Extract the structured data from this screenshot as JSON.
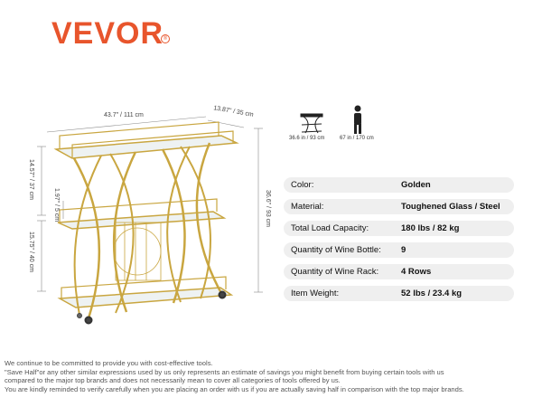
{
  "brand": {
    "name": "VEVOR",
    "registered": "®"
  },
  "dimensions": {
    "width": "43.7\" / 111 cm",
    "depth": "13.87\" / 35 cm",
    "height": "36.6\" / 93 cm",
    "top_gap": "14.57\" / 37 cm",
    "rail": "1.97\" / 5 cm",
    "lower_gap": "15.75\" / 40 cm"
  },
  "scale": {
    "cart_label": "36.6 in / 93 cm",
    "person_label": "67 in / 170 cm"
  },
  "specs": [
    {
      "label": "Color:",
      "value": "Golden"
    },
    {
      "label": "Material:",
      "value": "Toughened Glass / Steel"
    },
    {
      "label": "Total Load Capacity:",
      "value": "180 lbs / 82 kg"
    },
    {
      "label": "Quantity of Wine Bottle:",
      "value": "9"
    },
    {
      "label": "Quantity of Wine Rack:",
      "value": "4 Rows"
    },
    {
      "label": "Item Weight:",
      "value": "52 lbs / 23.4 kg"
    }
  ],
  "disclaimer": [
    "We continue to be committed to provide you with cost-effective tools.",
    "\"Save Half\"or any other similar expressions used by us only represents an estimate of savings you might benefit from buying certain tools with us",
    "compared to the major top brands and does not necessarily mean to cover all categories of tools offered by us.",
    "You are kindly reminded to verify carefully when you are placing an order with us if you are actually saving half in comparison with the top major brands."
  ],
  "colors": {
    "brand": "#e8552c",
    "gold": "#c9a640",
    "row_bg": "#efefef"
  }
}
